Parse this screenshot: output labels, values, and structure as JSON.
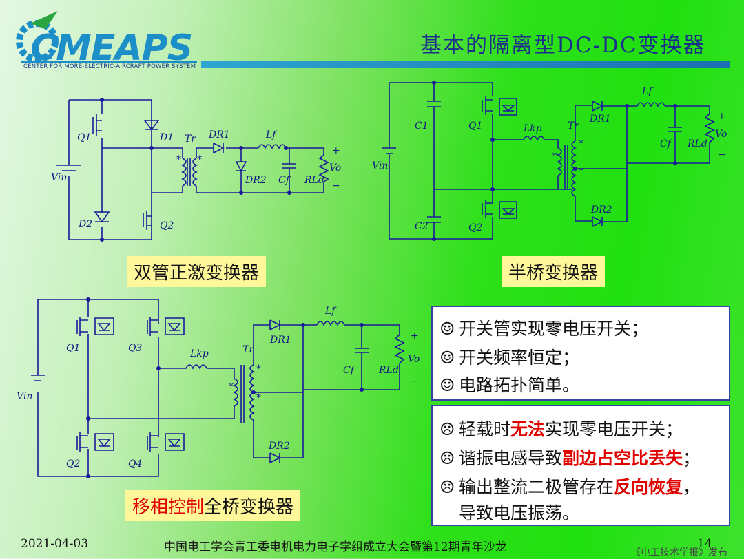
{
  "logo": {
    "name": "CMEAPS",
    "subtitle": "CENTER FOR MORE-ELECTRIC-AIRCRAFT POWER SYSTEM"
  },
  "title": "基本的隔离型DC-DC变换器",
  "colors": {
    "wire": "#1a1a9a",
    "accent_red": "#e00000",
    "label_bg": "#fff89a",
    "box_border": "#3a3ea8"
  },
  "circuit1": {
    "q1": "Q1",
    "d1": "D1",
    "tr": "Tr",
    "dr1": "DR1",
    "lf": "Lf",
    "vin": "Vin",
    "dr2": "DR2",
    "cf": "Cf",
    "rld": "RLd",
    "vo": "Vo",
    "d2": "D2",
    "q2": "Q2",
    "plus": "+",
    "minus": "−"
  },
  "circuit2": {
    "c1": "C1",
    "q1": "Q1",
    "lkp": "Lkp",
    "tr": "Tr",
    "dr1": "DR1",
    "lf": "Lf",
    "vin": "Vin",
    "cf": "Cf",
    "rld": "RLd",
    "vo": "Vo",
    "c2": "C2",
    "q2": "Q2",
    "dr2": "DR2",
    "plus": "+",
    "minus": "−"
  },
  "circuit3": {
    "q1": "Q1",
    "q3": "Q3",
    "lkp": "Lkp",
    "tr": "Tr",
    "dr1": "DR1",
    "lf": "Lf",
    "vin": "Vin",
    "cf": "Cf",
    "rld": "RLd",
    "vo": "Vo",
    "q2": "Q2",
    "q4": "Q4",
    "dr2": "DR2",
    "plus": "+",
    "minus": "−"
  },
  "labels": {
    "forward": "双管正激变换器",
    "halfbridge": "半桥变换器",
    "fb_red": "移相控制",
    "fb_rest": "全桥变换器"
  },
  "pros": [
    "开关管实现零电压开关；",
    "开关频率恒定；",
    "电路拓扑简单。"
  ],
  "cons": {
    "c1a": "轻载时",
    "c1b": "无法",
    "c1c": "实现零电压开关；",
    "c2a": "谐振电感导致",
    "c2b": "副边占空比丢失",
    "c2c": "；",
    "c3a": "输出整流二极管存在",
    "c3b": "反向恢复",
    "c3c": "，",
    "c3d": "导致电压振荡。"
  },
  "icons": {
    "pro": "☺",
    "con": "☹"
  },
  "footer": {
    "date": "2021-04-03",
    "event": "中国电工学会青工委电机电力电子学组成立大会暨第12期青年沙龙",
    "page": "14",
    "watermark": "《电工技术学报》发布"
  }
}
